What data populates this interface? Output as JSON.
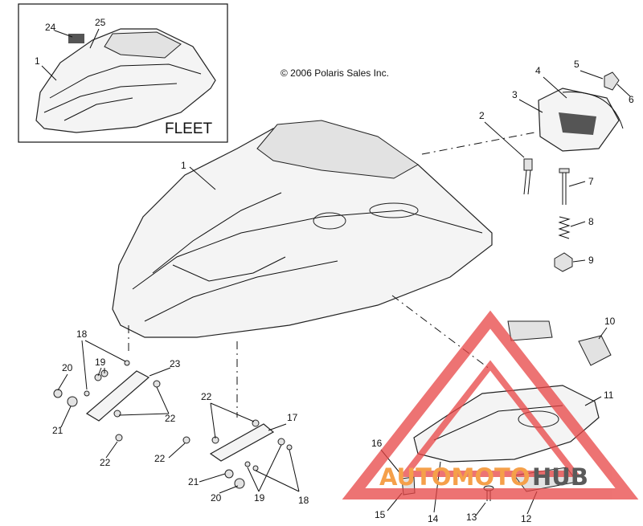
{
  "copyright": "© 2006 Polaris Sales Inc.",
  "fleet_label": "FLEET",
  "watermark": {
    "left": "AUTOMOTO",
    "right": "HUB",
    "colors": {
      "left": "#f5a04a",
      "right": "#5a5a5a",
      "triangle": "#e84545"
    }
  },
  "callouts": {
    "fleet_1": "1",
    "fleet_24": "24",
    "fleet_25": "25",
    "main_1": "1",
    "p2": "2",
    "p3": "3",
    "p4": "4",
    "p5": "5",
    "p6": "6",
    "p7": "7",
    "p8": "8",
    "p9": "9",
    "p10": "10",
    "p11": "11",
    "p12": "12",
    "p13": "13",
    "p14": "14",
    "p15": "15",
    "p16": "16",
    "p17": "17",
    "p18a": "18",
    "p18b": "18",
    "p19a": "19",
    "p19b": "19",
    "p20a": "20",
    "p20b": "20",
    "p21a": "21",
    "p21b": "21",
    "p22a": "22",
    "p22b": "22",
    "p22c": "22",
    "p22d": "22",
    "p23": "23"
  }
}
